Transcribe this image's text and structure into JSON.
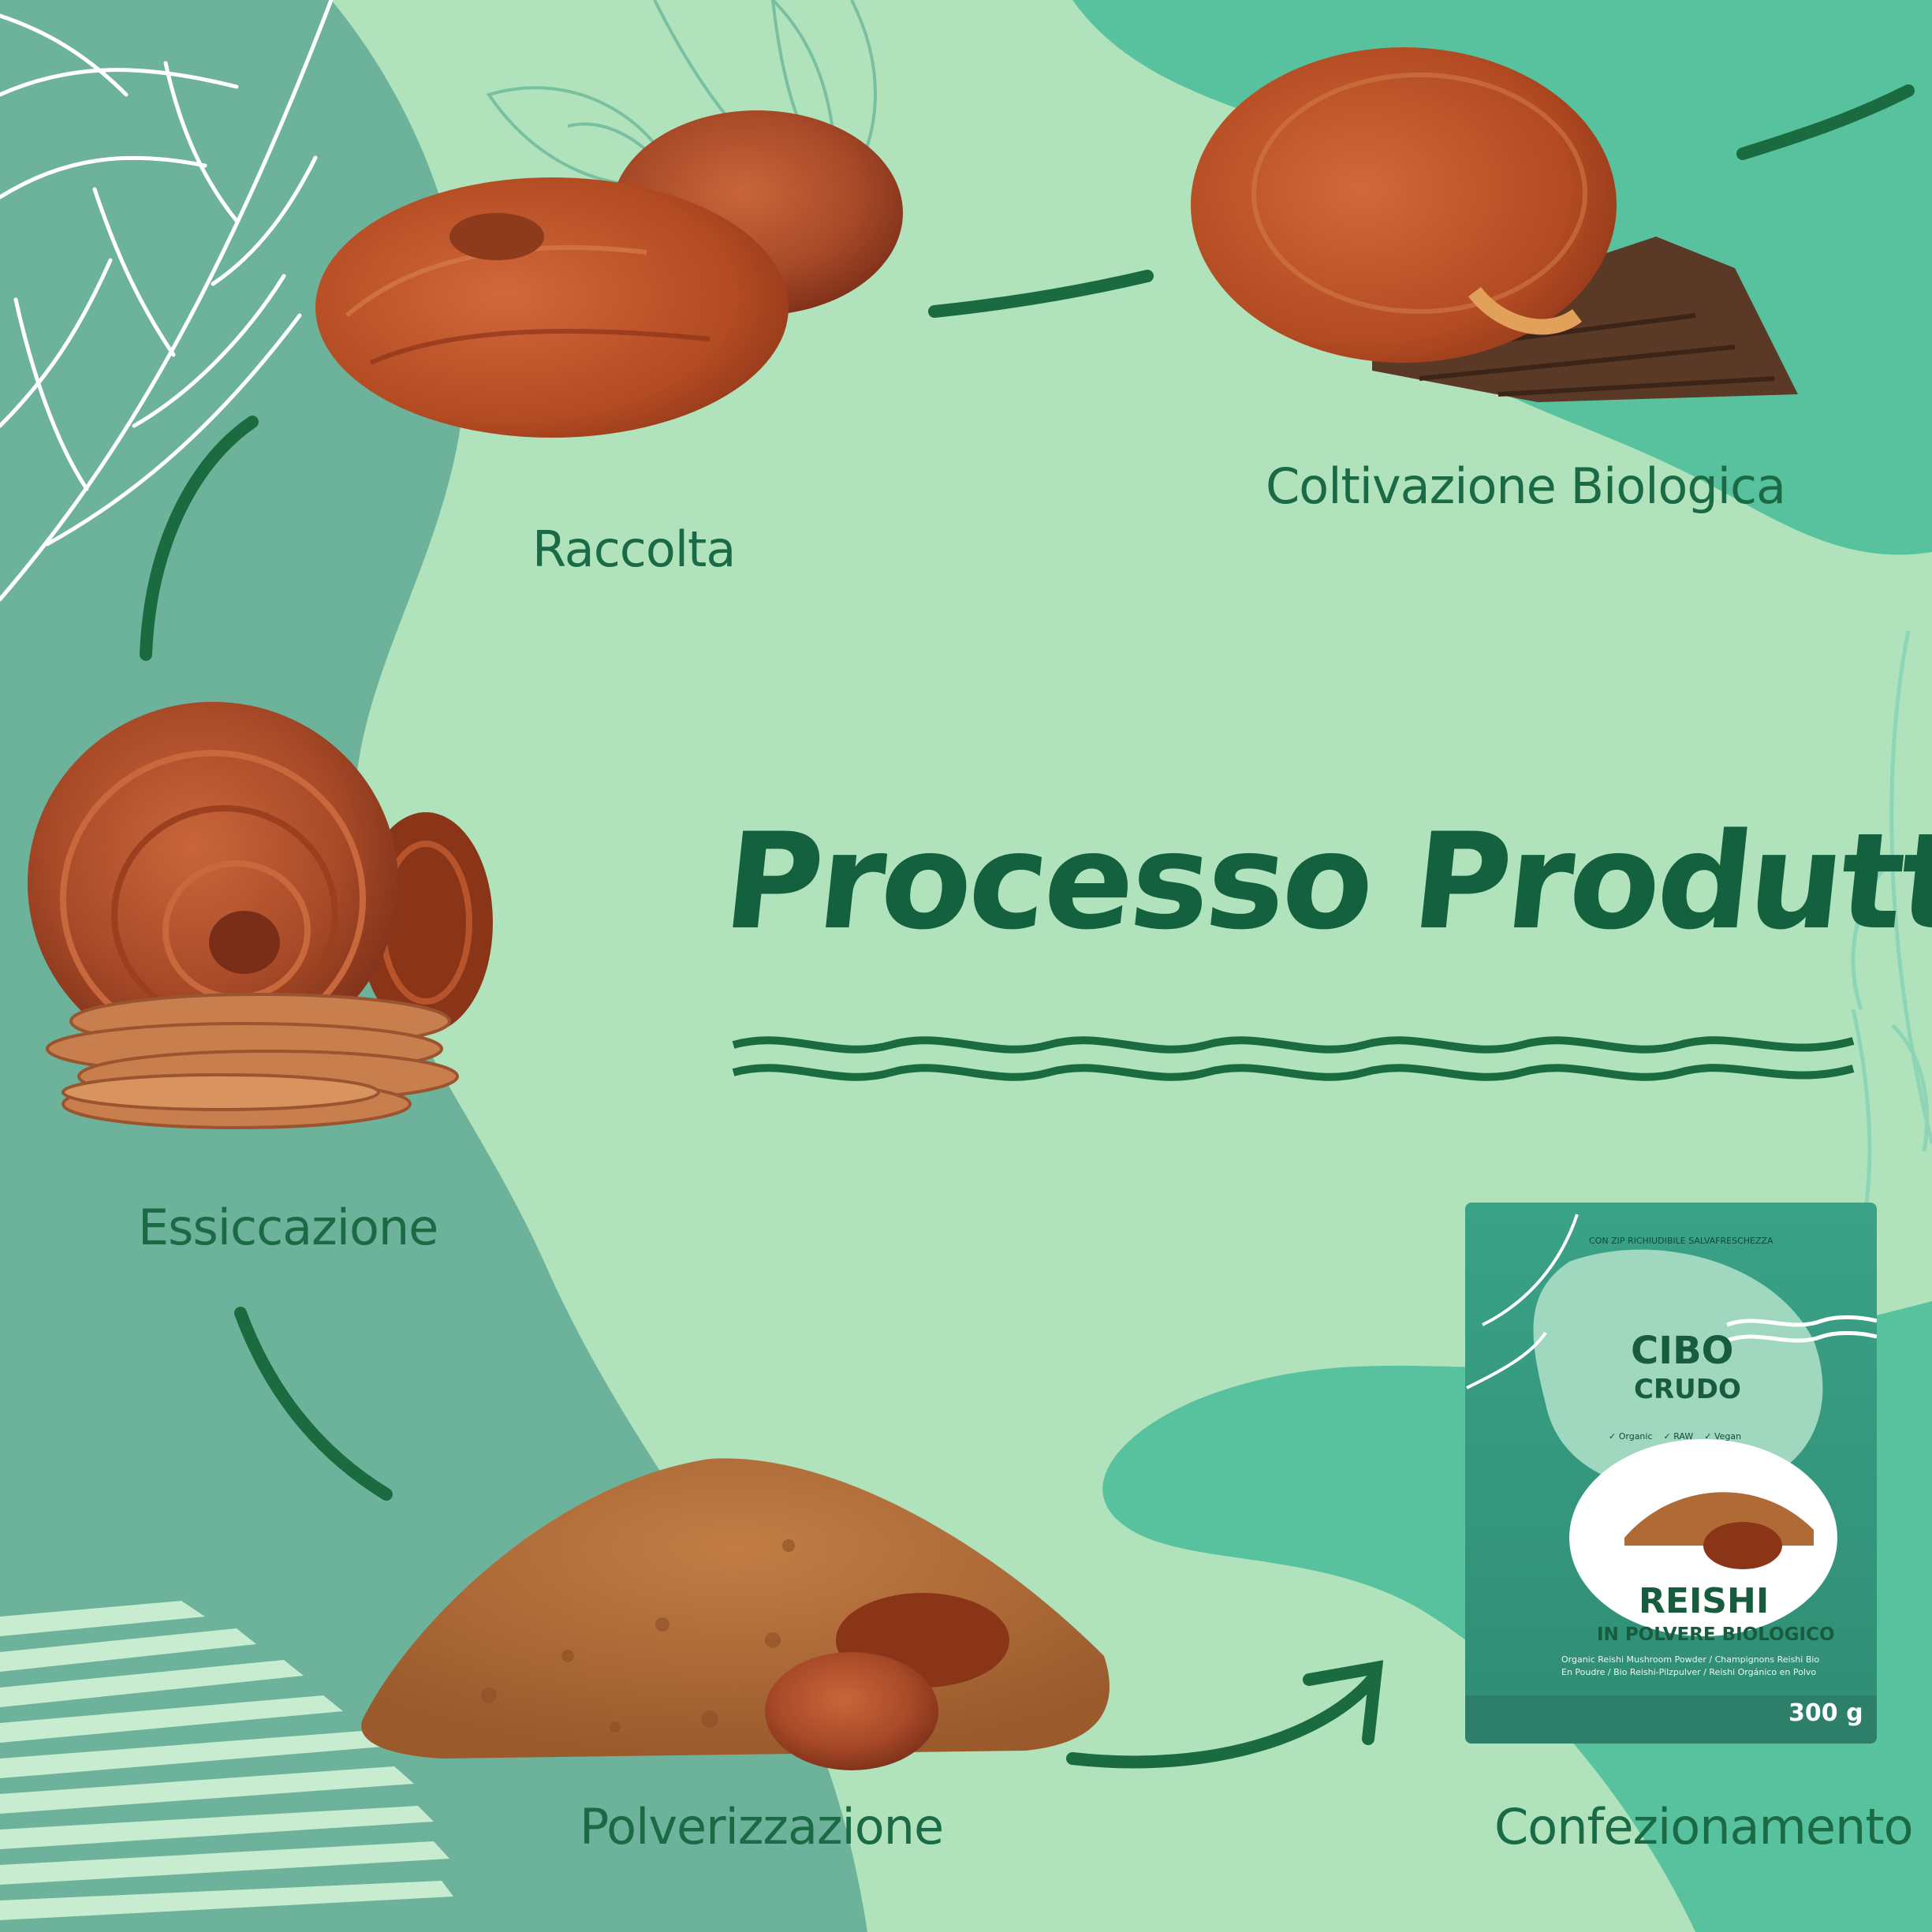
{
  "title": "Processo Produttivo",
  "steps": [
    {
      "label": "Coltivazione Biologica"
    },
    {
      "label": "Raccolta"
    },
    {
      "label": "Essiccazione"
    },
    {
      "label": "Polverizzazione"
    },
    {
      "label": "Confezionamento"
    }
  ],
  "package": {
    "zip_note": "CON ZIP RICHIUDIBILE SALVAFRESCHEZZA",
    "brand_line1": "CIBO",
    "brand_line2": "CRUDO",
    "badges": [
      "Organic",
      "RAW",
      "Vegan"
    ],
    "product": "REISHI",
    "subtitle": "IN POLVERE BIOLOGICO",
    "desc_line1": "Organic Reishi Mushroom Powder / Champignons Reishi Bio",
    "desc_line2": "En Poudre / Bio Reishi-Pilzpulver / Reishi Orgánico en Polvo",
    "weight": "300 g"
  },
  "colors": {
    "background": "#b0e3bb",
    "blob_dark": "#6db39b",
    "blob_teal": "#58c29f",
    "text": "#1a6a45",
    "title": "#14613f",
    "arrow": "#1b6b40",
    "mushroom": "#b4532e",
    "powder": "#b46f38"
  }
}
